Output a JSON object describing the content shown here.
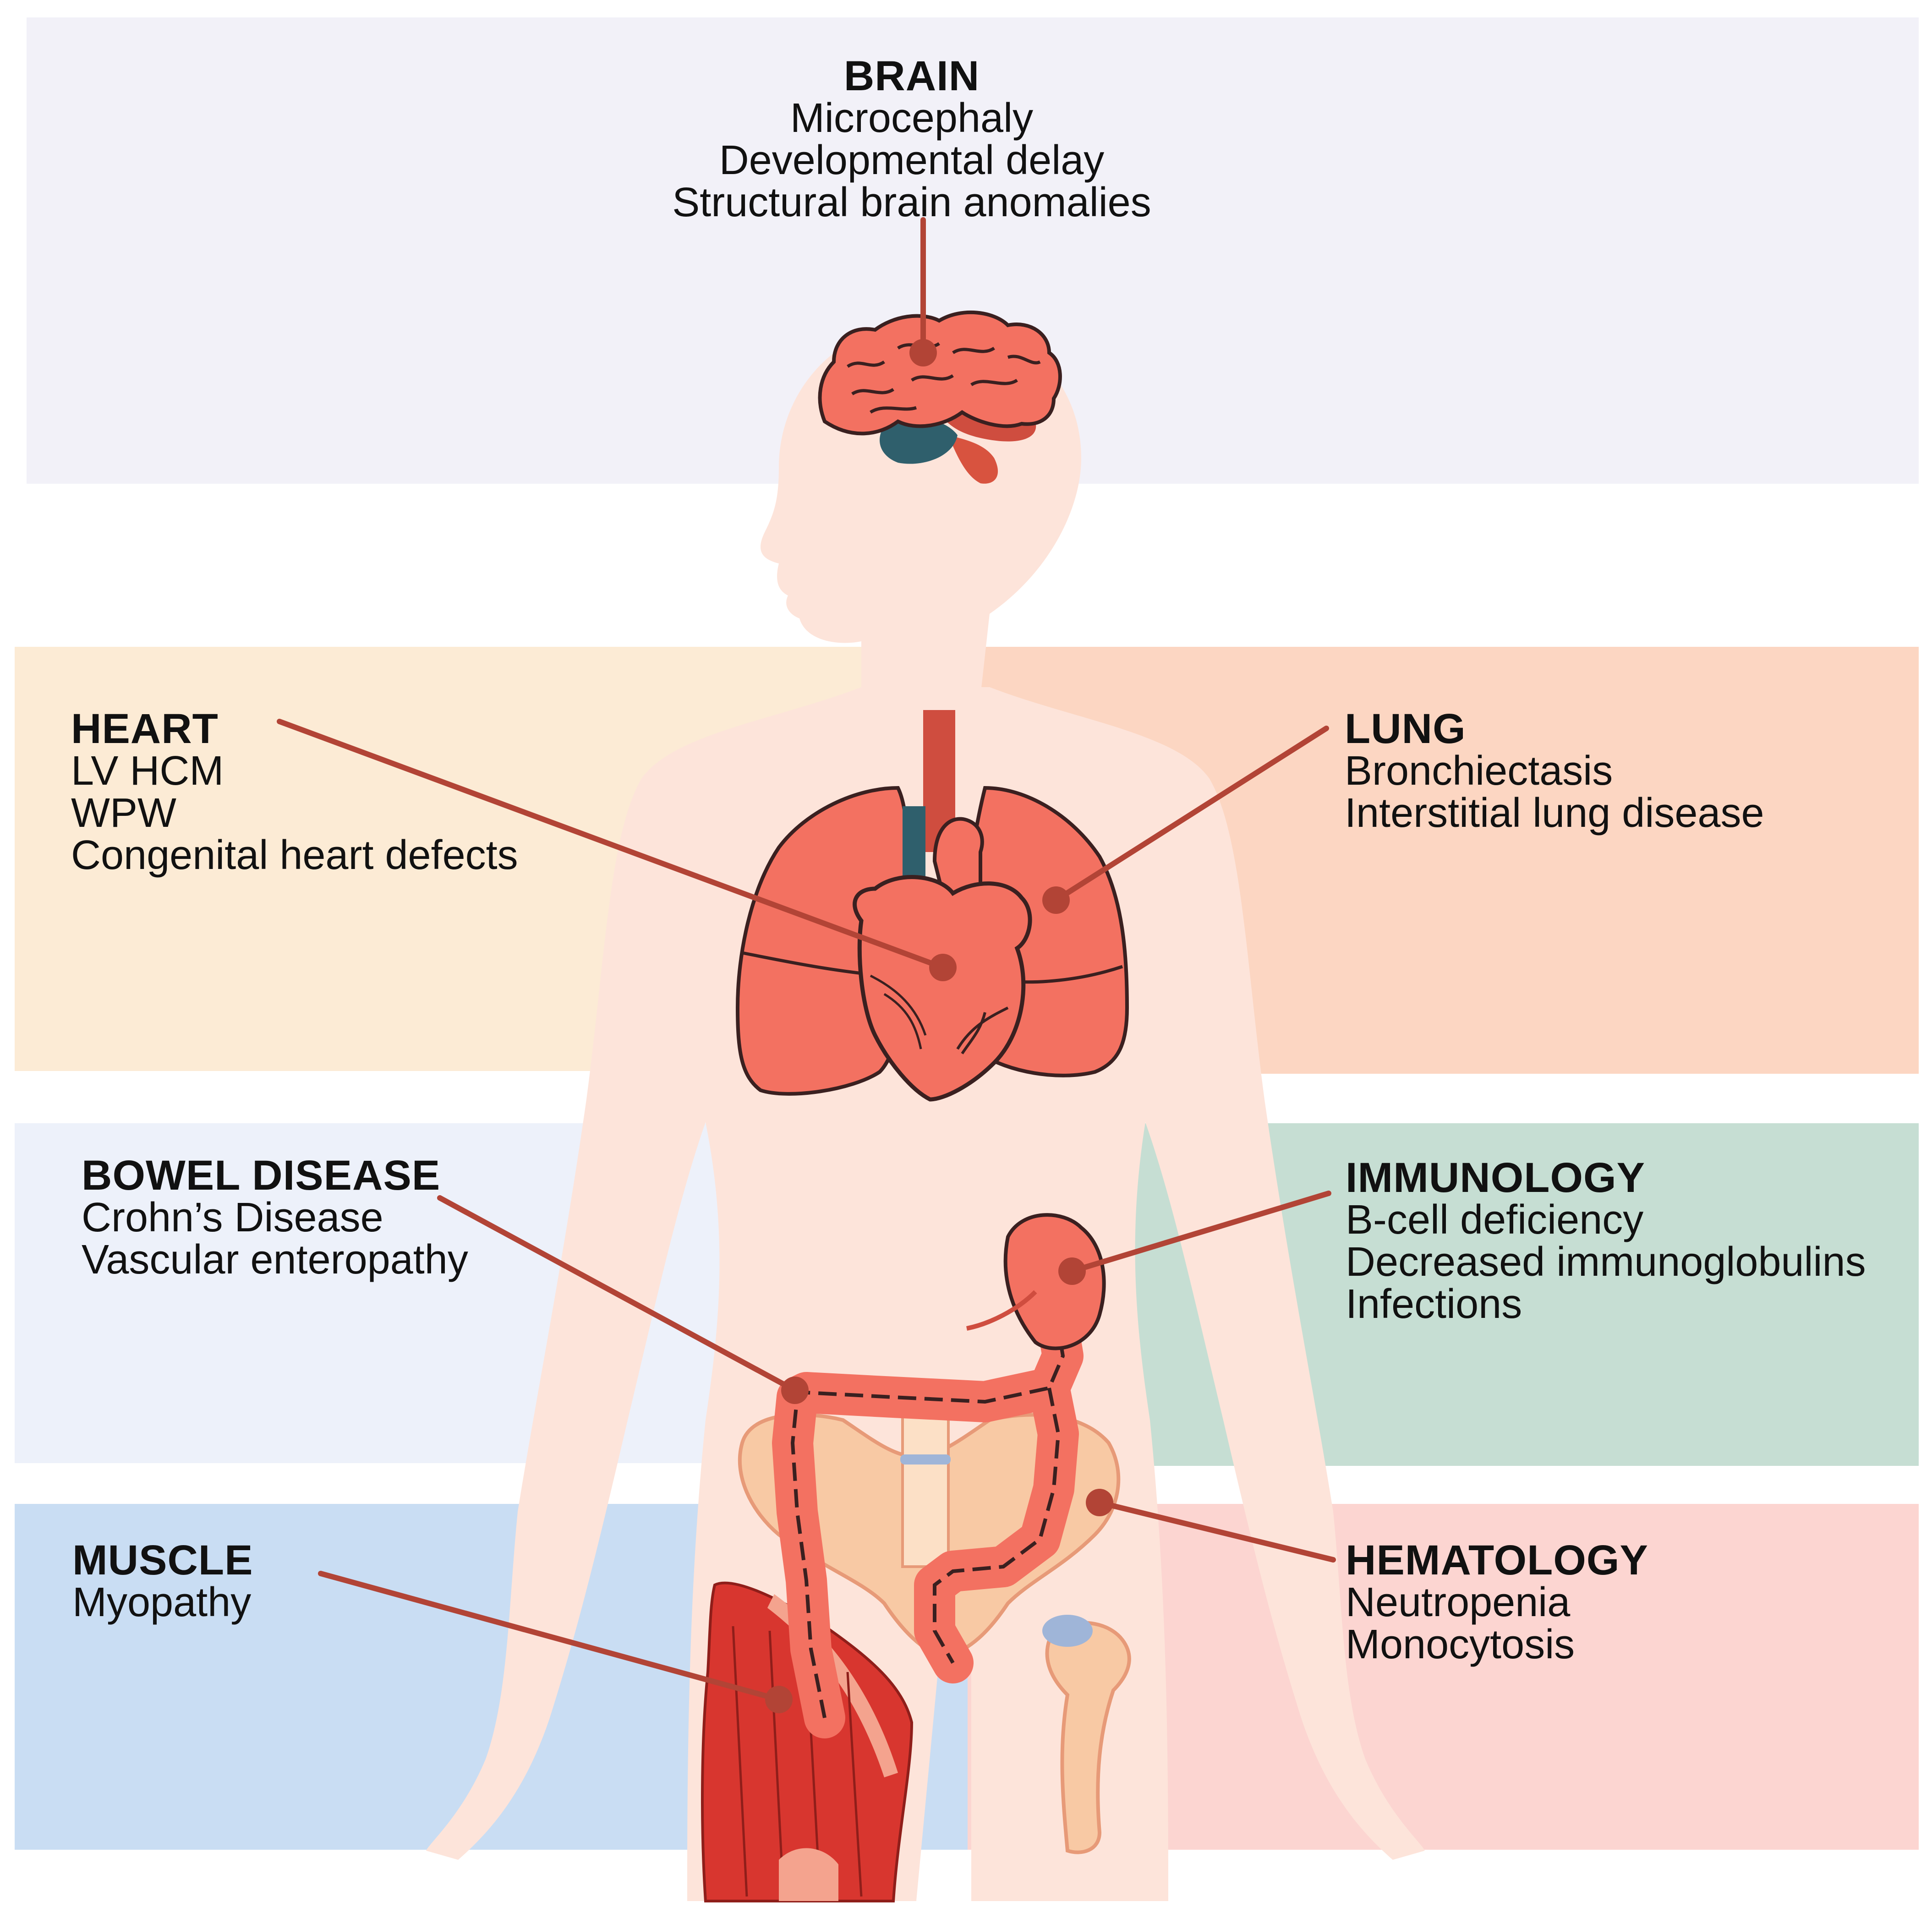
{
  "panels": {
    "brain": {
      "title": "BRAIN",
      "lines": [
        "Microcephaly",
        "Developmental delay",
        "Structural brain anomalies"
      ],
      "color": "#f2f1f8"
    },
    "heart": {
      "title": "HEART",
      "lines": [
        "LV HCM",
        "WPW",
        "Congenital heart defects"
      ],
      "color": "#fcebd5"
    },
    "lung": {
      "title": "LUNG",
      "lines": [
        "Bronchiectasis",
        "Interstitial lung disease"
      ],
      "color": "#fcd6c2"
    },
    "bowel": {
      "title": "BOWEL DISEASE",
      "lines": [
        "Crohn’s Disease",
        "Vascular enteropathy"
      ],
      "color": "#edf1fa"
    },
    "immuno": {
      "title": "IMMUNOLOGY",
      "lines": [
        "B-cell deficiency",
        "Decreased immunoglobulins",
        "Infections"
      ],
      "color": "#c6ded3"
    },
    "muscle": {
      "title": "MUSCLE",
      "lines": [
        "Myopathy"
      ],
      "color": "#c9ddf3"
    },
    "hemato": {
      "title": "HEMATOLOGY",
      "lines": [
        "Neutropenia",
        "Monocytosis"
      ],
      "color": "#fcd5d1"
    }
  },
  "colors": {
    "body": "#fde4da",
    "organ": "#f37161",
    "organ_dark": "#cf4d3f",
    "leader": "#b24436",
    "vessel_blue": "#2f5f6c",
    "bone": "#f8c9a4",
    "muscle": "#d8362f"
  }
}
